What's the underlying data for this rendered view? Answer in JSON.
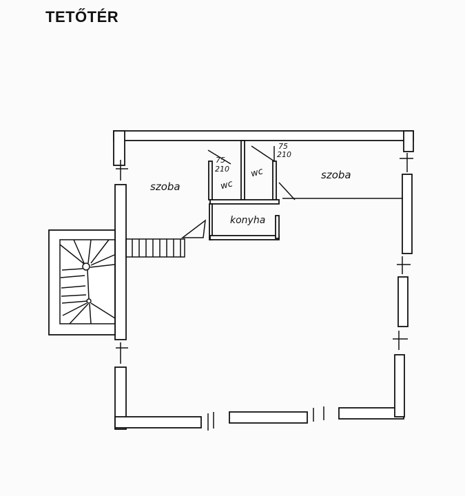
{
  "title": "TETŐTÉR",
  "rooms": {
    "room_left": "szoba",
    "room_right": "szoba",
    "wc_left": "wc",
    "wc_right": "wc",
    "kitchen": "konyha"
  },
  "door_dims": [
    {
      "width": "75",
      "height": "210"
    },
    {
      "width": "75",
      "height": "210"
    }
  ]
}
